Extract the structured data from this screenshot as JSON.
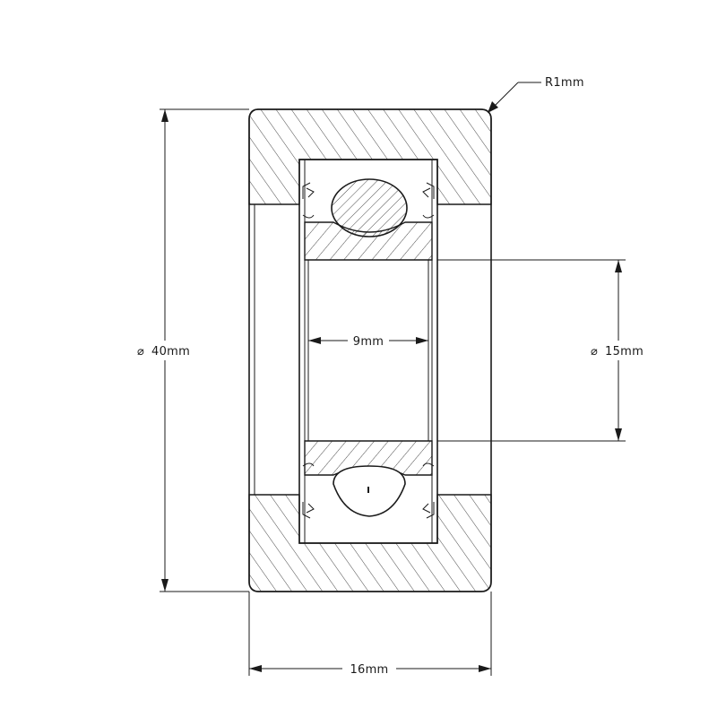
{
  "dimensions": {
    "outer_diameter": "40mm",
    "bore_diameter": "15mm",
    "inner_width": "9mm",
    "total_width": "16mm",
    "edge_radius": "R1mm"
  },
  "diameter_symbol": "⌀",
  "colors": {
    "line": "#1a1a1a",
    "background": "#ffffff"
  }
}
